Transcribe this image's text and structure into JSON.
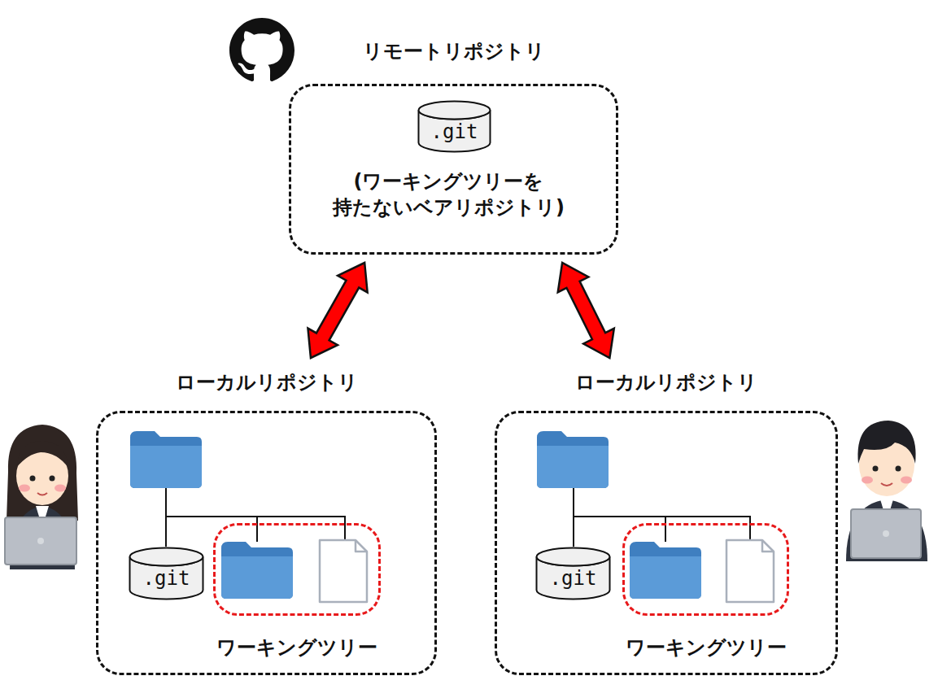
{
  "diagram": {
    "nodes": [
      {
        "text": [
          "リモートリポジトリ",
          "(ワーキングツリーを 持たないベアリポジトリ)"
        ]
      },
      {
        "text": [
          ".git"
        ],
        "in": 0
      },
      {
        "text": [
          "ローカルリポジトリ"
        ]
      },
      {
        "text": [
          ".git"
        ],
        "in": 2
      },
      {
        "text": [
          "ワーキングツリー"
        ],
        "in": 2
      },
      {
        "text": [
          "ローカルリポジトリ"
        ]
      },
      {
        "text": [
          ".git"
        ],
        "in": 5
      },
      {
        "text": [
          "ワーキングツリー"
        ],
        "in": 5
      }
    ],
    "edges": [
      {
        "from": 0,
        "to": 2,
        "arrow": "both"
      },
      {
        "from": 0,
        "to": 5,
        "arrow": "both"
      }
    ]
  }
}
